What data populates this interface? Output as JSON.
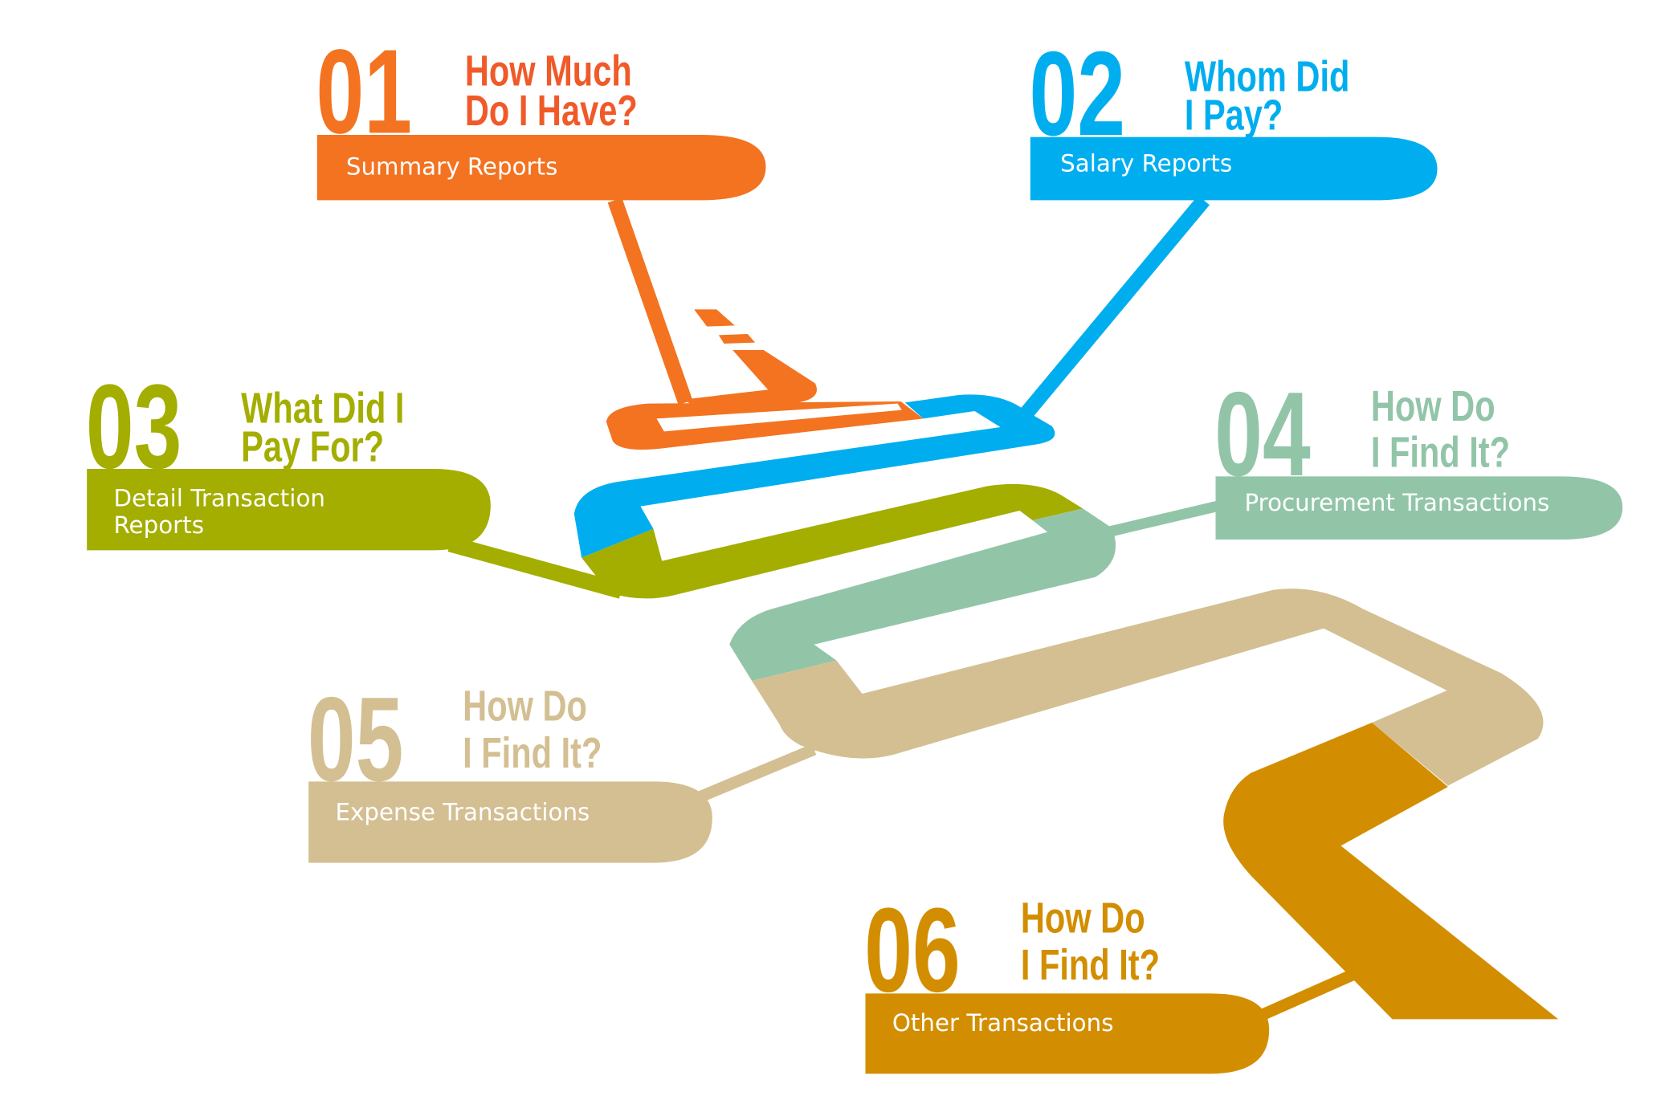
{
  "items": [
    {
      "number": "01",
      "question": [
        "How Much",
        "Do I Have?"
      ],
      "label": [
        "Summary Reports"
      ],
      "color": "#F37321",
      "question_color": "#F05A28"
    },
    {
      "number": "02",
      "question": [
        "Whom Did",
        "I Pay?"
      ],
      "label": [
        "Salary Reports"
      ],
      "color": "#00AEEF",
      "question_color": "#00AEEF"
    },
    {
      "number": "03",
      "question": [
        "What Did I",
        "Pay For?"
      ],
      "label": [
        "Detail Transaction",
        "Reports"
      ],
      "color": "#A3AE00",
      "question_color": "#A3AE00"
    },
    {
      "number": "04",
      "question": [
        "How Do",
        "I Find It?"
      ],
      "label": [
        "Procurement Transactions"
      ],
      "color": "#92C5A8",
      "question_color": "#92C5A8"
    },
    {
      "number": "05",
      "question": [
        "How Do",
        "I Find It?"
      ],
      "label": [
        "Expense Transactions"
      ],
      "color": "#D4BF93",
      "question_color": "#D4BF93"
    },
    {
      "number": "06",
      "question": [
        "How Do",
        "I Find It?"
      ],
      "label": [
        "Other Transactions"
      ],
      "color": "#D28E00",
      "question_color": "#D28E00"
    }
  ]
}
